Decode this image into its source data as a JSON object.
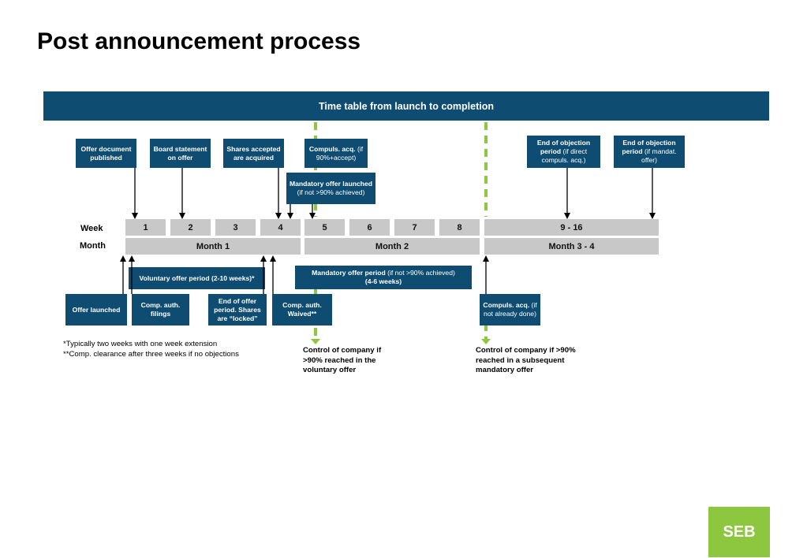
{
  "title": "Post announcement process",
  "banner": "Time table from launch to completion",
  "top_boxes": {
    "offer_document": "Offer document published",
    "board_statement": "Board statement on offer",
    "shares_accepted": "Shares accepted are acquired",
    "compuls_acq_bold": "Compuls. acq.",
    "compuls_acq_rest": " (if 90%+accept)",
    "mandatory_launched_bold": "Mandatory offer launched",
    "mandatory_launched_rest": "(if not >90% achieved)",
    "end_objection_1_bold": "End of objection period",
    "end_objection_1_rest": " (if direct compuls. acq.)",
    "end_objection_2_bold": "End of objection period",
    "end_objection_2_rest": " (if mandat. offer)"
  },
  "timeline": {
    "week_label": "Week",
    "month_label": "Month",
    "weeks": [
      "1",
      "2",
      "3",
      "4",
      "5",
      "6",
      "7",
      "8",
      "9 - 16"
    ],
    "months": [
      "Month 1",
      "Month 2",
      "Month 3 - 4"
    ]
  },
  "bottom_boxes": {
    "voluntary_period": "Voluntary offer period (2-10 weeks)*",
    "mandatory_period_bold": "Mandatory offer period",
    "mandatory_period_rest": " (if not >90% achieved)",
    "mandatory_period_weeks": "(4-6 weeks)",
    "offer_launched": "Offer launched",
    "comp_auth_filings": "Comp. auth. filings",
    "end_offer_period": "End of offer period. Shares are “locked”",
    "comp_auth_waived": "Comp. auth. Waived**",
    "compuls_not_done_bold": "Compuls. acq.",
    "compuls_not_done_rest": " (if not already done)"
  },
  "notes": {
    "note1": "*Typically two weeks with one week extension",
    "note2": "**Comp. clearance after three weeks if no objections"
  },
  "controls": {
    "voluntary": "Control of company if >90% reached in the voluntary offer",
    "mandatory": "Control of company if >90% reached in a subsequent mandatory offer"
  },
  "logo": "SEB",
  "colors": {
    "navy": "#0f4c72",
    "grey": "#c8c8c8",
    "green": "#8dc63f"
  }
}
